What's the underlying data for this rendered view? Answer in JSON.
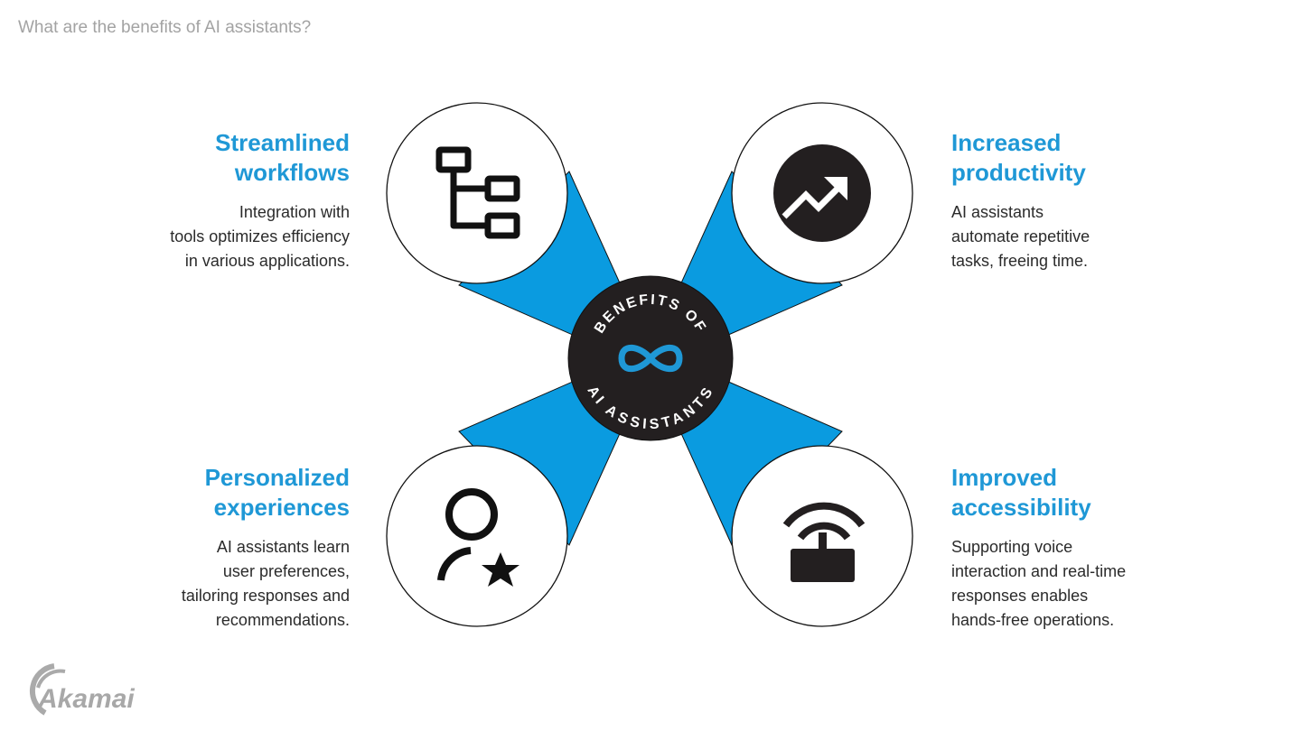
{
  "title": "What are the benefits of AI assistants?",
  "center": {
    "line1": "BENEFITS OF",
    "line2": "AI ASSISTANTS",
    "icon": "infinity-icon"
  },
  "benefits": [
    {
      "heading1": "Streamlined",
      "heading2": "workflows",
      "lines": [
        "Integration with",
        "tools optimizes efficiency",
        "in various applications."
      ],
      "icon": "hierarchy-icon"
    },
    {
      "heading1": "Increased",
      "heading2": "productivity",
      "lines": [
        "AI assistants",
        "automate repetitive",
        "tasks, freeing time."
      ],
      "icon": "trending-up-icon"
    },
    {
      "heading1": "Personalized",
      "heading2": "experiences",
      "lines": [
        "AI assistants learn",
        "user preferences,",
        "tailoring responses and",
        "recommendations."
      ],
      "icon": "user-star-icon"
    },
    {
      "heading1": "Improved",
      "heading2": "accessibility",
      "lines": [
        "Supporting voice",
        "interaction and real-time",
        "responses enables",
        "hands-free operations."
      ],
      "icon": "broadcast-icon"
    }
  ],
  "logo": "Akamai",
  "colors": {
    "accent": "#1f98d6",
    "wedge": "#0a9be0",
    "dark": "#231f20",
    "title": "#a3a3a3"
  }
}
